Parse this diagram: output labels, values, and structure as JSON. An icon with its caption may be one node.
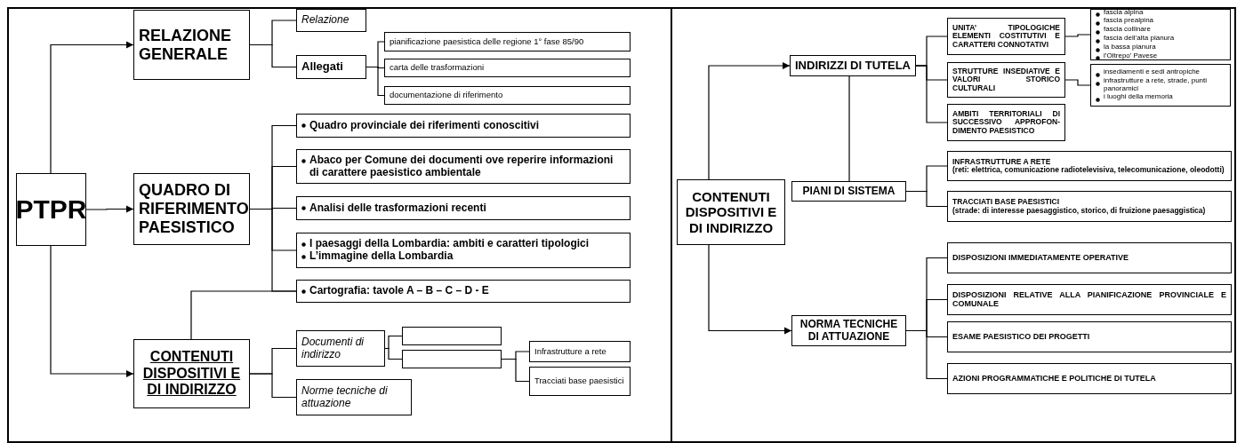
{
  "diagram": {
    "nodes": [
      {
        "text": [
          "PTPR"
        ]
      },
      {
        "text": [
          "RELAZIONE GENERALE"
        ]
      },
      {
        "text": [
          "Relazione"
        ]
      },
      {
        "text": [
          "Allegati"
        ]
      },
      {
        "text": [
          "pianificazione paesistica delle regione 1° fase 85/90"
        ]
      },
      {
        "text": [
          "carta delle trasformazioni"
        ]
      },
      {
        "text": [
          "documentazione di riferimento"
        ]
      },
      {
        "text": [
          "Quadro provinciale dei riferimenti conoscitivi"
        ]
      },
      {
        "text": [
          "QUADRO DI RIFERIMENTO PAESISTICO"
        ]
      },
      {
        "text": [
          "Abaco per Comune dei documenti ove reperire informazioni di carattere paesistico ambientale"
        ]
      },
      {
        "text": [
          "Analisi delle trasformazioni recenti"
        ]
      },
      {
        "text": [
          "I paesaggi della Lombardia: ambiti e caratteri tipologici",
          "L’immagine della Lombardia"
        ]
      },
      {
        "text": [
          "Cartografia: tavole A – B – C – D - E"
        ]
      },
      {
        "text": [
          "CONTENUTI DISPOSITIVI E DI INDIRIZZO"
        ]
      },
      {
        "text": [
          "Documenti di indirizzo"
        ]
      },
      {
        "text": [],
        "shape": "box"
      },
      {
        "text": [],
        "shape": "box"
      },
      {
        "text": [
          "Infrastrutture a rete"
        ]
      },
      {
        "text": [
          "Tracciati base paesistici"
        ]
      },
      {
        "text": [
          "Norme tecniche di attuazione"
        ]
      },
      {
        "text": [
          "CONTENUTI DISPOSITIVI E DI INDIRIZZO"
        ]
      },
      {
        "text": [
          "INDIRIZZI DI TUTELA"
        ]
      },
      {
        "text": [
          "UNITA’ TIPOLOGICHE ELEMENTI COSTITUTIVI E CARATTERI CONNOTATIVI"
        ]
      },
      {
        "text": [
          "fascia alpina",
          "fascia prealpina",
          "fascia collinare",
          "fascia dell’alta pianura",
          "la bassa pianura",
          "l’Oltrepo’ Pavese"
        ]
      },
      {
        "text": [
          "STRUTTURE INSEDIATIVE E VALORI STORICO CULTURALI"
        ]
      },
      {
        "text": [
          "insediamenti e sedi antropiche",
          "infrastrutture a rete, strade, punti panoramici",
          "i luoghi della memoria"
        ]
      },
      {
        "text": [
          "AMBITI TERRITORIALI DI SUCCESSIVO APPROFON-DIMENTO PAESISTICO"
        ]
      },
      {
        "text": [
          "PIANI DI SISTEMA"
        ]
      },
      {
        "text": [
          "INFRASTRUTTURE A RETE",
          "(reti: elettrica, comunicazione radiotelevisiva, telecomunicazione, oleodotti)"
        ]
      },
      {
        "text": [
          "TRACCIATI BASE PAESISTICI",
          "(strade: di interesse paesaggistico, storico, di fruizione paesaggistica)"
        ]
      },
      {
        "text": [
          "NORMA TECNICHE DI ATTUAZIONE"
        ]
      },
      {
        "text": [
          "DISPOSIZIONI IMMEDIATAMENTE OPERATIVE"
        ]
      },
      {
        "text": [
          "DISPOSIZIONI RELATIVE ALLA PIANIFICAZIONE PROVINCIALE E COMUNALE"
        ]
      },
      {
        "text": [
          "ESAME PAESISTICO DEI PROGETTI"
        ]
      },
      {
        "text": [
          "AZIONI PROGRAMMATICHE E POLITICHE DI TUTELA"
        ]
      }
    ],
    "edges": [
      {
        "from": 0,
        "to": 1,
        "arrow": "to"
      },
      {
        "from": 0,
        "to": 8,
        "arrow": "to"
      },
      {
        "from": 0,
        "to": 13,
        "arrow": "to"
      },
      {
        "from": 1,
        "to": 2,
        "arrow": "none"
      },
      {
        "from": 1,
        "to": 3,
        "arrow": "none"
      },
      {
        "from": 3,
        "to": 4,
        "arrow": "none"
      },
      {
        "from": 3,
        "to": 5,
        "arrow": "none"
      },
      {
        "from": 3,
        "to": 6,
        "arrow": "none"
      },
      {
        "from": 8,
        "to": 7,
        "arrow": "none"
      },
      {
        "from": 8,
        "to": 9,
        "arrow": "none"
      },
      {
        "from": 8,
        "to": 10,
        "arrow": "none"
      },
      {
        "from": 8,
        "to": 11,
        "arrow": "none"
      },
      {
        "from": 8,
        "to": 12,
        "arrow": "none"
      },
      {
        "from": 13,
        "to": 12,
        "arrow": "none"
      },
      {
        "from": 13,
        "to": 14,
        "arrow": "none"
      },
      {
        "from": 13,
        "to": 19,
        "arrow": "none"
      },
      {
        "from": 14,
        "to": 15,
        "arrow": "none"
      },
      {
        "from": 14,
        "to": 16,
        "arrow": "none"
      },
      {
        "from": 16,
        "to": 17,
        "arrow": "none"
      },
      {
        "from": 16,
        "to": 18,
        "arrow": "none"
      },
      {
        "from": 20,
        "to": 21,
        "arrow": "to"
      },
      {
        "from": 20,
        "to": 30,
        "arrow": "to"
      },
      {
        "from": 21,
        "to": 27,
        "arrow": "none"
      },
      {
        "from": 21,
        "to": 22,
        "arrow": "none"
      },
      {
        "from": 21,
        "to": 24,
        "arrow": "none"
      },
      {
        "from": 21,
        "to": 26,
        "arrow": "none"
      },
      {
        "from": 22,
        "to": 23,
        "arrow": "none"
      },
      {
        "from": 24,
        "to": 25,
        "arrow": "none"
      },
      {
        "from": 27,
        "to": 28,
        "arrow": "none"
      },
      {
        "from": 27,
        "to": 29,
        "arrow": "none"
      },
      {
        "from": 30,
        "to": 31,
        "arrow": "none"
      },
      {
        "from": 30,
        "to": 32,
        "arrow": "none"
      },
      {
        "from": 30,
        "to": 33,
        "arrow": "none"
      },
      {
        "from": 30,
        "to": 34,
        "arrow": "none"
      }
    ]
  }
}
